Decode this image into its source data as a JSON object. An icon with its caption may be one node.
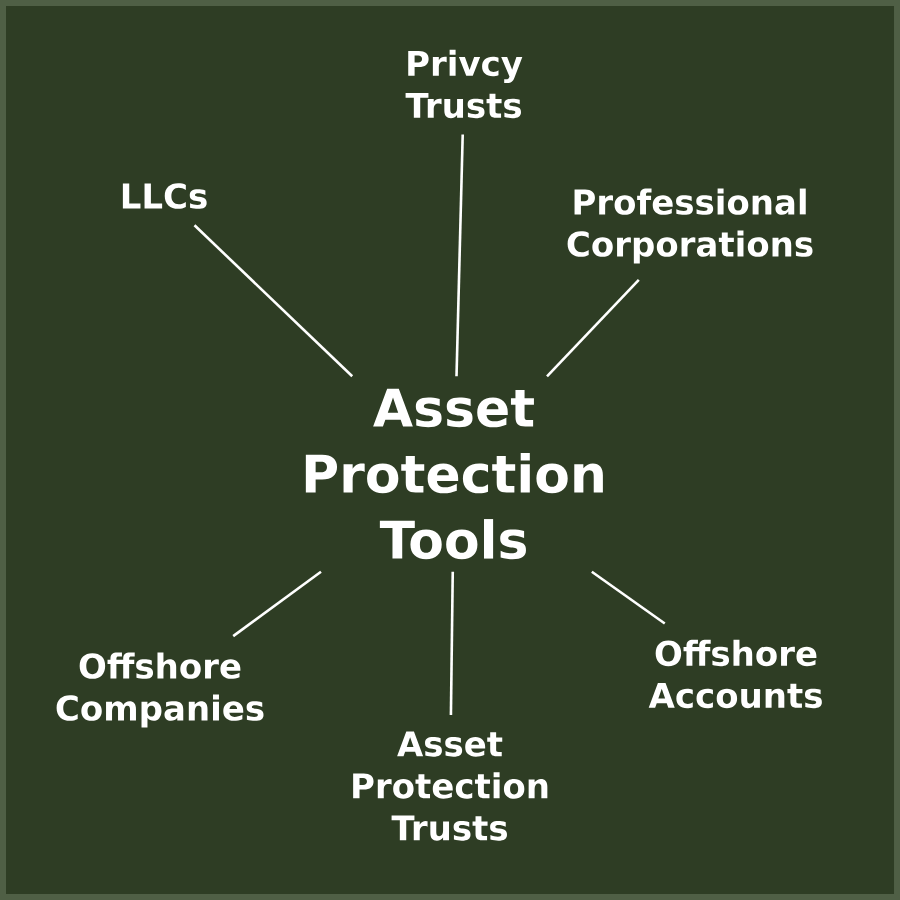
{
  "diagram": {
    "nodes": [
      {
        "text": [
          "Privcy Trusts"
        ]
      },
      {
        "text": [
          "LLCs"
        ]
      },
      {
        "text": [
          "Professional Corporations"
        ]
      },
      {
        "text": [
          "Asset Protection Tools"
        ]
      },
      {
        "text": [
          "Offshore Accounts"
        ]
      },
      {
        "text": [
          "Offshore Companies"
        ]
      },
      {
        "text": [
          "Asset Protection Trusts"
        ]
      }
    ],
    "edges": [
      {
        "from": 3,
        "to": 0,
        "arrow": "none"
      },
      {
        "from": 3,
        "to": 1,
        "arrow": "none"
      },
      {
        "from": 3,
        "to": 2,
        "arrow": "none"
      },
      {
        "from": 3,
        "to": 4,
        "arrow": "none"
      },
      {
        "from": 3,
        "to": 5,
        "arrow": "none"
      },
      {
        "from": 3,
        "to": 6,
        "arrow": "none"
      }
    ]
  }
}
